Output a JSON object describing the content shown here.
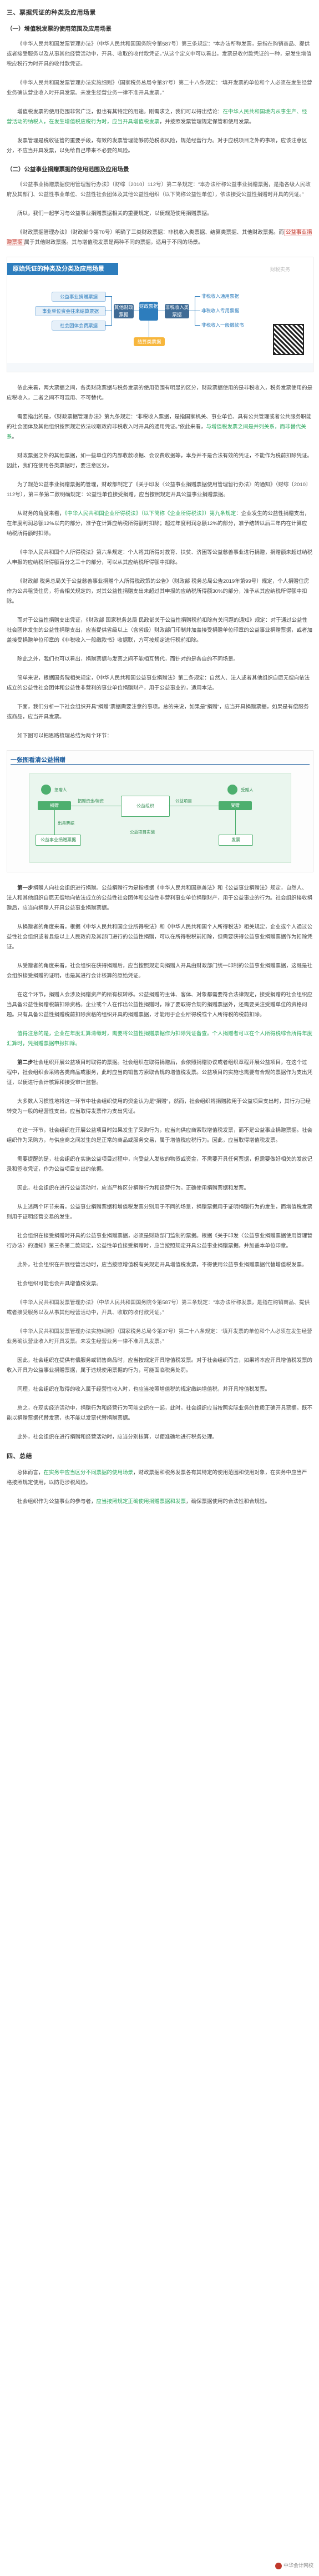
{
  "section3": {
    "title": "三、票据凭证的种类及应用场景",
    "sub1": "（一）增值税发票的使用范围及应用场景",
    "p1": "《中华人民共和国发票管理办法》（中华人民共和国国务院令第587号）第三条规定：“本办法所称发票，是指在购销商品、提供或者接受服务以及从事其他经营活动中，开具、收取的收付款凭证。”从这个定义中可以看出，发票是收付款凭证的一种，是发生增值税应税行为时开具的收付款凭证。",
    "p2": "《中华人民共和国发票管理办法实施细则》（国家税务总局令第37号）第二十八条规定：“填开发票的单位和个人必须在发生经营业务确认营业收入时开具发票。未发生经营业务一律不准开具发票。”",
    "p3_pre": "增值税发票的使用范围非常广泛，但也有其特定的用途。刚需求之，我们可以得出结论：",
    "p3_hl": "在中华人民共和国境内从事生产、经营活动的纳税人，在发生增值税应税行为时，应当开具增值税发票",
    "p3_post": "，并按照发票管理规定保管和使用发票。",
    "p4": "发票管理是税收征管的重要手段，有效的发票管理能够防范税收风险，规范经营行为。对于应税项目之外的事项，应该注意区分，不应当开具发票，以免给自己带来不必要的风险。",
    "sub2": "（二）公益事业捐赠票据的使用范围及应用场景",
    "p5": "《公益事业捐赠票据使用管理暂行办法》（财综〔2010〕112号）第二条规定：“本办法所称公益事业捐赠票据，是指各级人民政府及其部门、公益性事业单位、公益性社会团体及其他公益性组织（以下简称公益性单位），依法接受公益性捐赠时开具的凭证。”",
    "p6": "所以，我们一起学习与公益事业捐赠票据相关的重要规定，以便规范使用捐赠票据。",
    "p7_pre": "《财政票据管理办法》（财政部令第70号）明确了三类财政票据：非税收入类票据、结算类票据、其他财政票据。而",
    "p7_hl": "公益事业捐赠票据",
    "p7_post": "属于其他财政票据。其与增值税发票是两种不同的票据，适用于不同的场景。"
  },
  "diagram1": {
    "title": "原始凭证的种类及分类及应用场景",
    "brand": "财税实务",
    "left_items": [
      "公益事业捐赠票据",
      "事业单位资金往来结算票据",
      "社会团体会费票据"
    ],
    "left_group": "其他财政票据",
    "center": "财政票据",
    "center_sub": "非税收入票据",
    "right_group": "非税收入类票据",
    "right_items": [
      "非税收入通用票据",
      "非税收入专用票据",
      "非税收入一般缴款书"
    ],
    "bottom": "结算类票据"
  },
  "section3b": {
    "p8": "依此来看，两大票据之间，各类财政票据与税务发票的使用范围有明显的区分，财政票据使用的是非税收入，税务发票使用的是应税收入，二者之间不可混用、不可替代。",
    "p9_pre": "需要指出的是，《财政票据管理办法》第九条规定：“非税收入票据，是指国家机关、事业单位、具有公共管理或者公共服务职能的社会团体及其他组织按照规定依法收取政府非税收入时开具的通用凭证。”依此来看，",
    "p9_hl": "与增值税发票之间是并列关系，而非替代关系",
    "p9_post": "。",
    "p10": "财政票据之外的其他票据，如一些单位的内部收款收据、会议费收据等，本身并不是合法有效的凭证，不能作为税前扣除凭证。因此，我们在使用各类票据时，要注意区分。",
    "p11": "为了规范公益事业捐赠票据的管理，财政部制定了《关于印发〈公益事业捐赠票据使用管理暂行办法〉的通知》（财综〔2010〕112号），第三条第二款明确规定：公益性单位接受捐赠，应当按照规定开具公益事业捐赠票据。",
    "p12_pre": "从财务的角度来看，",
    "p12_hl": "《中华人民共和国企业所得税法》（以下简称《企业所得税法》）第九条规定",
    "p12_post": "：企业发生的公益性捐赠支出，在年度利润总额12%以内的部分，准予在计算应纳税所得额时扣除；超过年度利润总额12%的部分，准予结转以后三年内在计算应纳税所得额时扣除。",
    "p13": "《中华人民共和国个人所得税法》第六条规定：个人将其所得对教育、扶贫、济困等公益慈善事业进行捐赠，捐赠额未超过纳税人申报的应纳税所得额百分之三十的部分，可以从其应纳税所得额中扣除。",
    "p14": "《财政部 税务总局关于公益慈善事业捐赠个人所得税政策的公告》（财政部 税务总局公告2019年第99号）规定，个人捐赠住房作为公共租赁住房，符合相关规定的，对其公益性捐赠支出未超过其申报的应纳税所得额30%的部分，准予从其应纳税所得额中扣除。",
    "p15": "而对于公益性捐赠支出凭证，《财政部 国家税务总局 民政部关于公益性捐赠税前扣除有关问题的通知》规定：对于通过公益性社会团体发生的公益性捐赠支出，应当提供省级以上（含省级）财政部门印制并加盖接受捐赠单位印章的公益事业捐赠票据，或者加盖接受捐赠单位印章的《非税收入一般缴款书》收据联，方可按规定进行税前扣除。",
    "p16": "除此之外，我们也可以看出，捐赠票据与发票之间不能相互替代，而针对的是各自的不同场景。",
    "p17": "简单来说，根据国务院相关规定，《中华人民共和国公益事业捐赠法》第二条规定：自然人、法人或者其他组织自愿无偿向依法成立的公益性社会团体和公益性非营利的事业单位捐赠财产，用于公益事业的，适用本法。",
    "p18": "下面，我们分析一下社会组织开具“捐赠”票据需要注意的事项。总的来说，如果是“捐赠”，应当开具捐赠票据，如果是有偿服务或商品，应当开具发票。",
    "p19": "如下图可以把思路梳理总结为两个环节："
  },
  "diagram2": {
    "title": "一张图看清公益捐赠",
    "donor": "捐赠人",
    "donee": "受赠人",
    "org": "公益组织",
    "bill1": "公益事业捐赠票据",
    "bill2": "发票",
    "step1": "捐赠",
    "step2": "受赠",
    "flow1": "捐赠资金/物资",
    "flow2": "出具票据",
    "flow3": "公益项目",
    "note": "公益项目实施"
  },
  "section4": {
    "p20_pre": "第一步",
    "p20_post": "捐赠人向社会组织进行捐赠。公益捐赠行为是指根据《中华人民共和国慈善法》和《公益事业捐赠法》规定，自然人、法人和其他组织自愿无偿地向依法成立的公益性社会团体和公益性非营利事业单位捐赠财产，用于公益事业的行为。社会组织接收捐赠后，应当向捐赠人开具公益事业捐赠票据。",
    "p21": "从捐赠者的角度来看，根据《中华人民共和国企业所得税法》和《中华人民共和国个人所得税法》相关规定，企业或个人通过公益性社会组织或者县级以上人民政府及其部门进行的公益性捐赠，可以在所得税税前扣除，但需要获得公益事业捐赠票据作为扣除凭证。",
    "p22": "从受赠者的角度来看，社会组织在获得捐赠后，应当按照规定向捐赠人开具由财政部门统一印制的公益事业捐赠票据，这既是社会组织接受捐赠的证明，也是其进行会计核算的原始凭证。",
    "p23": "在这个环节，捐赠人会涉及捐赠资产的所有权转移。公益捐赠的主体、客体、对象都需要符合法律规定，接受捐赠的社会组织应当具备公益性捐赠税前扣除资格。企业或个人在作出公益性捐赠时，除了要取得合规的捐赠票据外，还需要关注受赠单位的资格问题。只有具备公益性捐赠税前扣除资格的组织开具的捐赠票据，才能用于企业所得税或个人所得税的税前扣除。",
    "p24": "值得注意的是，企业在年度汇算清缴时，需要将公益性捐赠票据作为扣除凭证备查。个人捐赠者可以在个人所得税综合所得年度汇算时，凭捐赠票据申报扣除。",
    "p25_pre": "第二步",
    "p25_post": "社会组织开展公益项目时取得的票据。社会组织在取得捐赠后，会依照捐赠协议或者组织章程开展公益项目，在这个过程中，社会组织会采购各类商品或服务，此时应当向销售方索取合规的增值税发票。公益项目的实施也需要有合规的票据作为支出凭证，以便进行会计核算和接受审计监督。",
    "p26": "大多数人习惯性地将这一环节中社会组织使用的资金认为是“捐赠”，然而，社会组织将捐赠款用于公益项目支出时，其行为已经转变为一般的经营性支出，应当取得发票作为支出凭证。",
    "p27": "在这一环节，社会组织在开展公益项目时如果发生了采购行为，应当向供应商索取增值税发票，而不是公益事业捐赠票据。社会组织作为采购方，与供应商之间发生的是正常的商品或服务交易，属于增值税应税行为。因此，应当取得增值税发票。",
    "p28": "需要提醒的是，社会组织在实施公益项目过程中，向受益人发放的物资或资金，不需要开具任何票据，但需要做好相关的发放记录和签收凭证，作为公益项目支出的依据。",
    "p29": "因此，社会组织在进行公益活动时，应当严格区分捐赠行为和经营行为，正确使用捐赠票据和发票。",
    "p30": "从上述两个环节来看，公益事业捐赠票据和增值税发票分别用于不同的场景，捐赠票据用于证明捐赠行为的发生，而增值税发票则用于证明经营交易的发生。",
    "p31": "社会组织在接受捐赠时开具的公益事业捐赠票据，必须是财政部门监制的票据。根据《关于印发〈公益事业捐赠票据使用管理暂行办法〉的通知》第三条第二款规定，公益性单位接受捐赠时，应当按照规定开具公益事业捐赠票据，并加盖本单位印章。",
    "p32": "此外，社会组织在开展经营活动时，应当按照增值税有关规定开具增值税发票，不得使用公益事业捐赠票据代替增值税发票。",
    "p33": "社会组织可能也会开具增值税发票。",
    "p34": "《中华人民共和国发票管理办法》（中华人民共和国国务院令第587号）第三条规定：“本办法所称发票，是指在购销商品、提供或者接受服务以及从事其他经营活动中，开具、收取的收付款凭证。”",
    "p35": "《中华人民共和国发票管理办法实施细则》（国家税务总局令第37号）第二十八条规定：“填开发票的单位和个人必须在发生经营业务确认营业收入时开具发票。未发生经营业务一律不准开具发票。”",
    "p36": "因此，社会组织在提供有偿服务或销售商品时，应当按规定开具增值税发票。对于社会组织而言，如果将本应开具增值税发票的收入开具为公益事业捐赠票据，属于违规使用票据的行为，可能面临税务处罚。",
    "p37": "同理，社会组织在取得的收入属于经营性收入时，也应当按照增值税的规定缴纳增值税，并开具增值税发票。",
    "p38": "总之，在现实经济活动中，捐赠行为和经营行为可能交织在一起，此时，社会组织应当按照实际业务的性质正确开具票据，既不能以捐赠票据代替发票，也不能以发票代替捐赠票据。",
    "p39": "此外，社会组织在进行捐赠和经营活动时，应当分别核算，以便准确地进行税务处理。"
  },
  "section5": {
    "title": "四、总结",
    "p40_pre": "总体而言，",
    "p40_hl": "在实务中应当区分不同票据的使用场景",
    "p40_post": "，财政票据和税务发票各有其特定的使用范围和使用对象，在实务中应当严格按照规定使用，以防范涉税风险。",
    "p41_pre": "社会组织作为公益事业的参与者，",
    "p41_hl": "应当按照规定正确使用捐赠票据和发票",
    "p41_post": "，确保票据使用的合法性和合规性。"
  },
  "footer": {
    "logo_text": "中华会计网校"
  }
}
